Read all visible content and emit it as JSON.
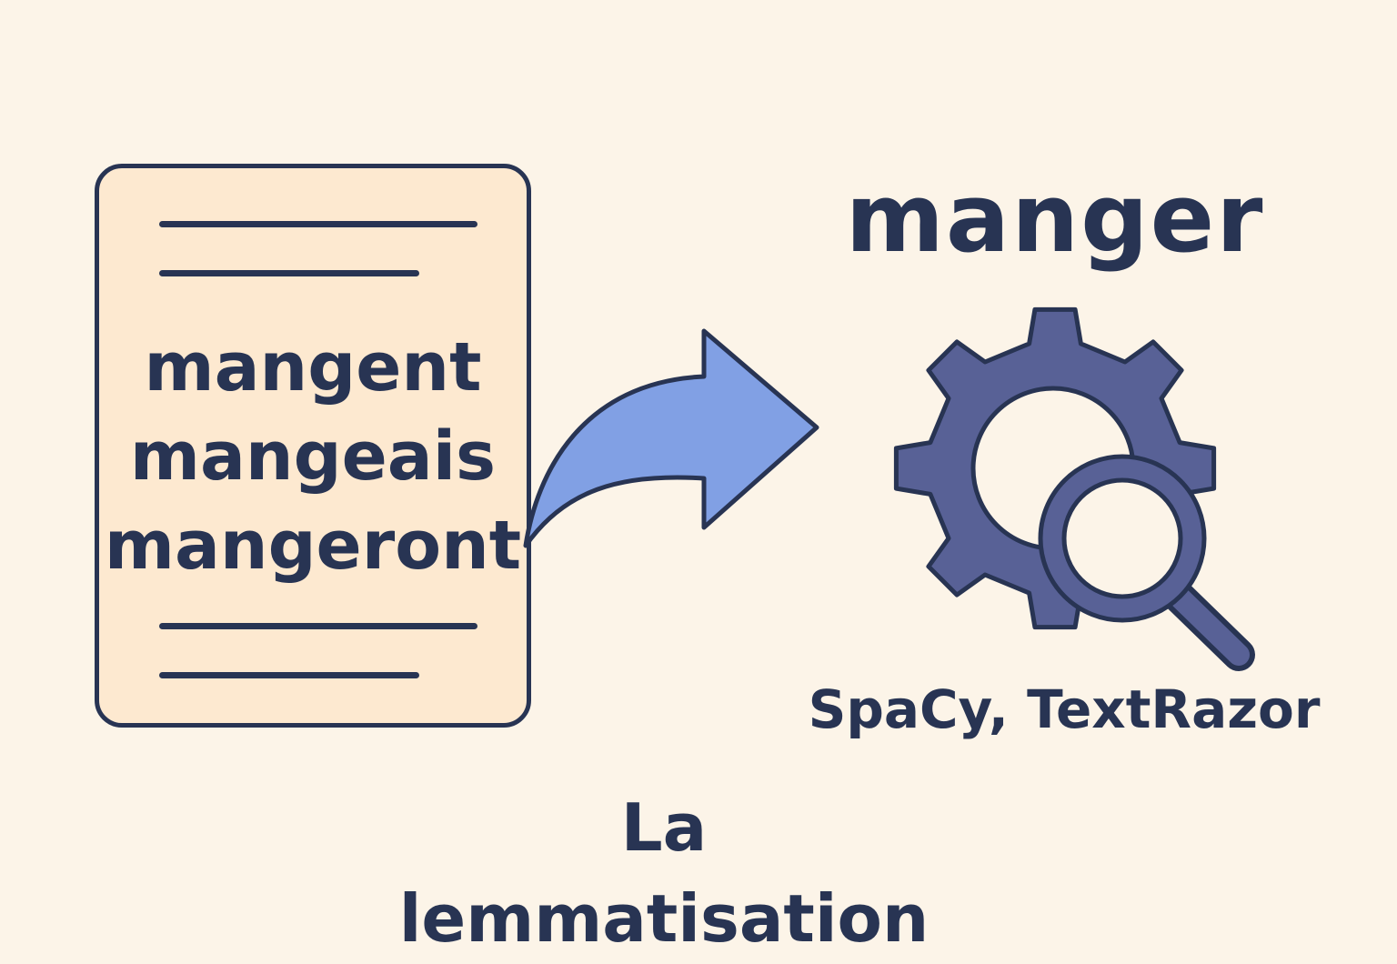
{
  "document": {
    "words": [
      "mangent",
      "mangeais",
      "mangeront"
    ]
  },
  "lemma": "manger",
  "tools": "SpaCy, TextRazor",
  "caption": "La lemmatisation",
  "icons": {
    "document": "document-icon",
    "arrow": "curved-arrow-icon",
    "processing": "gear-magnifier-icon"
  },
  "colors": {
    "background": "#fcf4e8",
    "document_fill": "#fde9d0",
    "outline": "#283453",
    "arrow_fill": "#81a0e4",
    "gear_fill": "#586196",
    "text": "#283453"
  }
}
